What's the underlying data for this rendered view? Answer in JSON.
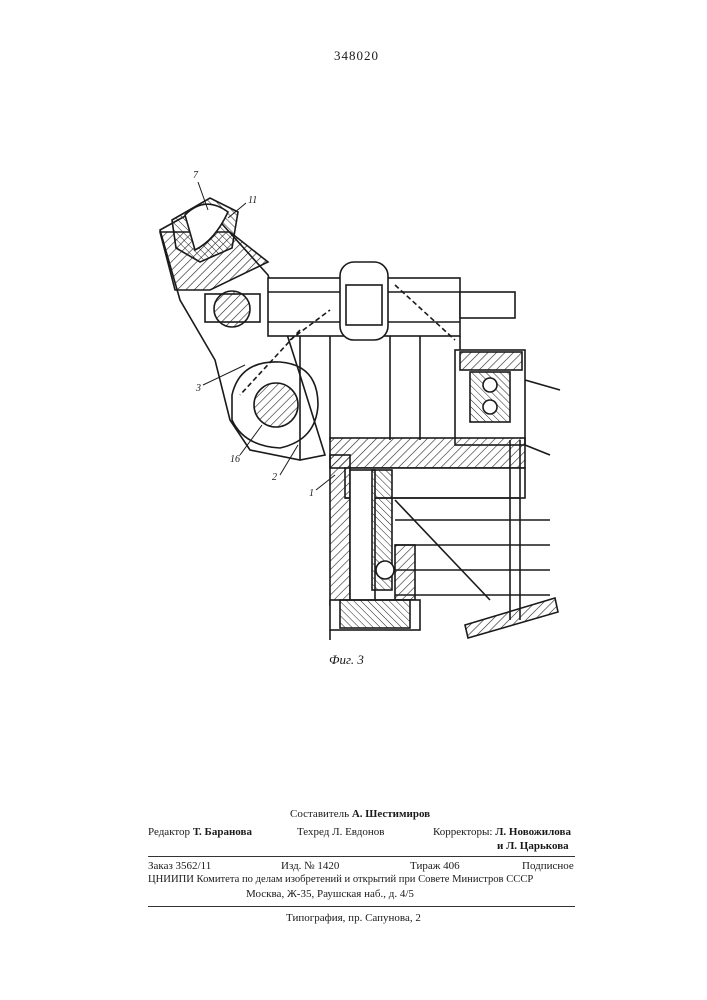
{
  "page_number": "348020",
  "figure": {
    "caption": "Фиг. 3",
    "callouts": [
      "7",
      "11",
      "3",
      "16",
      "2",
      "1"
    ]
  },
  "imprint": {
    "compiler_label": "Составитель",
    "compiler_name": "А. Шестимиров",
    "editor_label": "Редактор",
    "editor_name": "Т. Баранова",
    "techred_label": "Техред",
    "techred_name": "Л. Евдонов",
    "correctors_label": "Корректоры:",
    "corrector_1": "Л. Новожилова",
    "corrector_2": "и Л. Царькова",
    "order": "Заказ 3562/11",
    "edition": "Изд. № 1420",
    "print_run": "Тираж 406",
    "subscription": "Подписное",
    "institute": "ЦНИИПИ Комитета по делам изобретений и открытий при Совете Министров СССР",
    "address": "Москва, Ж-35, Раушская наб., д. 4/5",
    "printer": "Типография, пр. Сапунова, 2"
  }
}
